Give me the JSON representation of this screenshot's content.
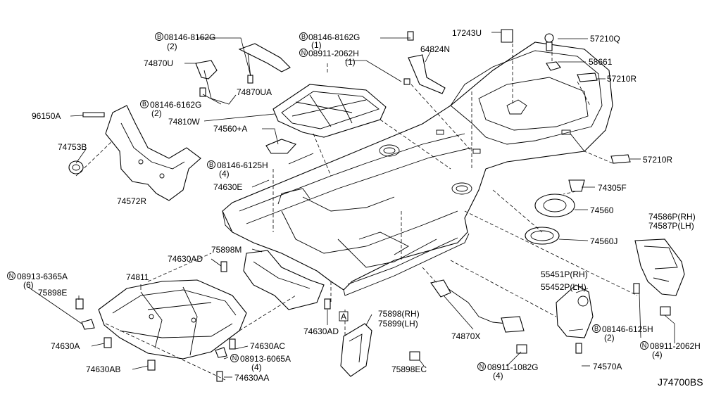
{
  "labels": {
    "l_08146_8162G_a": "08146-8162G",
    "l_qty2_a": "(2)",
    "l_08146_8162G_b": "08146-8162G",
    "l_qty1_b": "(1)",
    "l_08911_2062H_a": "08911-2062H",
    "l_qty1_c": "(1)",
    "l_17243U": "17243U",
    "l_57210Q": "57210Q",
    "l_64824N": "64824N",
    "l_58661": "58661",
    "l_74870U": "74870U",
    "l_74870UA": "74870UA",
    "l_57210R_a": "57210R",
    "l_08146_6162G": "08146-6162G",
    "l_qty2_d": "(2)",
    "l_96150A": "96150A",
    "l_74810W": "74810W",
    "l_74560A": "74560+A",
    "l_74753B": "74753B",
    "l_08146_6125H_a": "08146-6125H",
    "l_qty4_e": "(4)",
    "l_57210R_b": "57210R",
    "l_74630E": "74630E",
    "l_74305F": "74305F",
    "l_74572R": "74572R",
    "l_74560": "74560",
    "l_74586P": "74586P(RH)",
    "l_74587P": "74587P(LH)",
    "l_74560J": "74560J",
    "l_74630AD_a": "74630AD",
    "l_75898M": "75898M",
    "l_08913_6365A": "08913-6365A",
    "l_qty6": "(6)",
    "l_74811": "74811",
    "l_75898E": "75898E",
    "l_55451P": "55451P(RH)",
    "l_55452P": "55452P(LH)",
    "l_75898": "75898(RH)",
    "l_75899": "75899(LH)",
    "l_74630AD_b": "74630AD",
    "l_74870X": "74870X",
    "l_08146_6125H_b": "08146-6125H",
    "l_qty2_f": "(2)",
    "l_74630A": "74630A",
    "l_74630AC": "74630AC",
    "l_08911_2062H_b": "08911-2062H",
    "l_qty4_g": "(4)",
    "l_08913_6065A": "08913-6065A",
    "l_qty4_h": "(4)",
    "l_74630AB": "74630AB",
    "l_75898EC": "75898EC",
    "l_08911_1082G": "08911-1082G",
    "l_qty4_i": "(4)",
    "l_74570A": "74570A",
    "l_74630AA": "74630AA",
    "l_A": "A",
    "l_code": "J74700BS"
  },
  "prefixes": {
    "bolt": "B",
    "nut": "N"
  }
}
